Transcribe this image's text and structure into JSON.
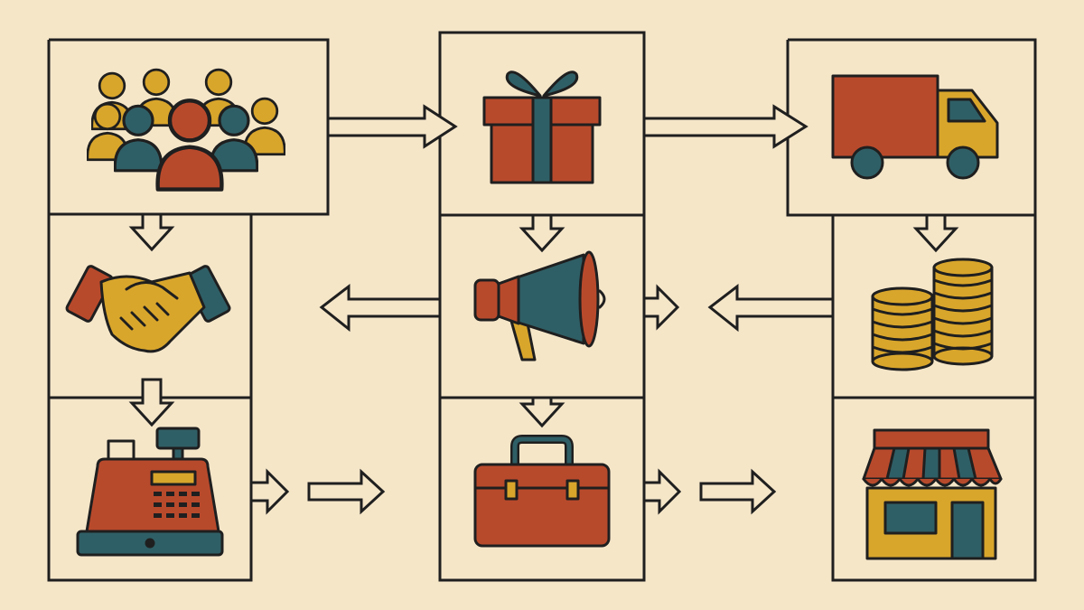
{
  "palette": {
    "background": "#f5e6c8",
    "line": "#1f1f1f",
    "red": "#b84a2c",
    "teal": "#2f5f66",
    "gold": "#d9a62c"
  },
  "nodes": [
    {
      "key": "customers",
      "icon": "people-group-icon"
    },
    {
      "key": "partnership",
      "icon": "handshake-icon"
    },
    {
      "key": "checkout",
      "icon": "cash-register-icon"
    },
    {
      "key": "product",
      "icon": "gift-box-icon"
    },
    {
      "key": "promotion",
      "icon": "megaphone-icon"
    },
    {
      "key": "business",
      "icon": "briefcase-icon"
    },
    {
      "key": "shipping",
      "icon": "delivery-truck-icon"
    },
    {
      "key": "revenue",
      "icon": "coin-stacks-icon"
    },
    {
      "key": "storefront",
      "icon": "shop-icon"
    }
  ],
  "connections": [
    {
      "from": "customers",
      "to": "product",
      "direction": "right"
    },
    {
      "from": "product",
      "to": "shipping",
      "direction": "right"
    },
    {
      "from": "customers",
      "to": "partnership",
      "direction": "down"
    },
    {
      "from": "partnership",
      "to": "checkout",
      "direction": "down"
    },
    {
      "from": "product",
      "to": "promotion",
      "direction": "down"
    },
    {
      "from": "promotion",
      "to": "business",
      "direction": "down"
    },
    {
      "from": "shipping",
      "to": "revenue",
      "direction": "down"
    },
    {
      "from": "promotion",
      "to": "partnership",
      "direction": "left"
    },
    {
      "from": "revenue",
      "to": "promotion",
      "direction": "left"
    },
    {
      "from": "checkout",
      "to": "business",
      "direction": "right"
    },
    {
      "from": "business",
      "to": "storefront",
      "direction": "right"
    }
  ]
}
